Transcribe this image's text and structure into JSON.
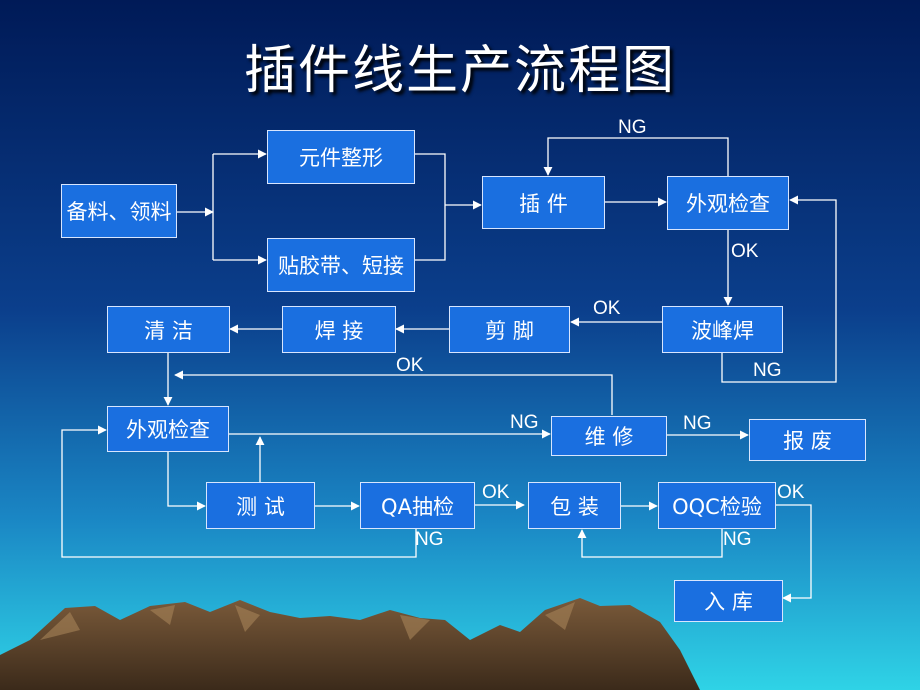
{
  "title": "插件线生产流程图",
  "nodes": {
    "prepare": "备料、领料",
    "shape": "元件整形",
    "tape": "贴胶带、短接",
    "insert": "插  件",
    "inspect1": "外观检查",
    "wave": "波峰焊",
    "trim": "剪  脚",
    "weld": "焊  接",
    "clean": "清  洁",
    "inspect2": "外观检查",
    "repair": "维  修",
    "scrap": "报  废",
    "test": "测  试",
    "qa": "QA抽检",
    "pack": "包  装",
    "oqc": "OQC检验",
    "store": "入  库"
  },
  "labels": {
    "ng_insert": "NG",
    "ok_inspect1": "OK",
    "ok_wave": "OK",
    "ng_wave": "NG",
    "ok_repair": "OK",
    "ng_to_repair": "NG",
    "ng_to_scrap": "NG",
    "ok_qa": "OK",
    "ng_qa": "NG",
    "ok_oqc": "OK",
    "ng_oqc": "NG"
  },
  "colors": {
    "box_fill": "#1a6fe0",
    "box_border": "#d8e6ff",
    "line": "#ffffff",
    "sky_top": "#001a57",
    "sky_bottom": "#2fd3e6"
  }
}
